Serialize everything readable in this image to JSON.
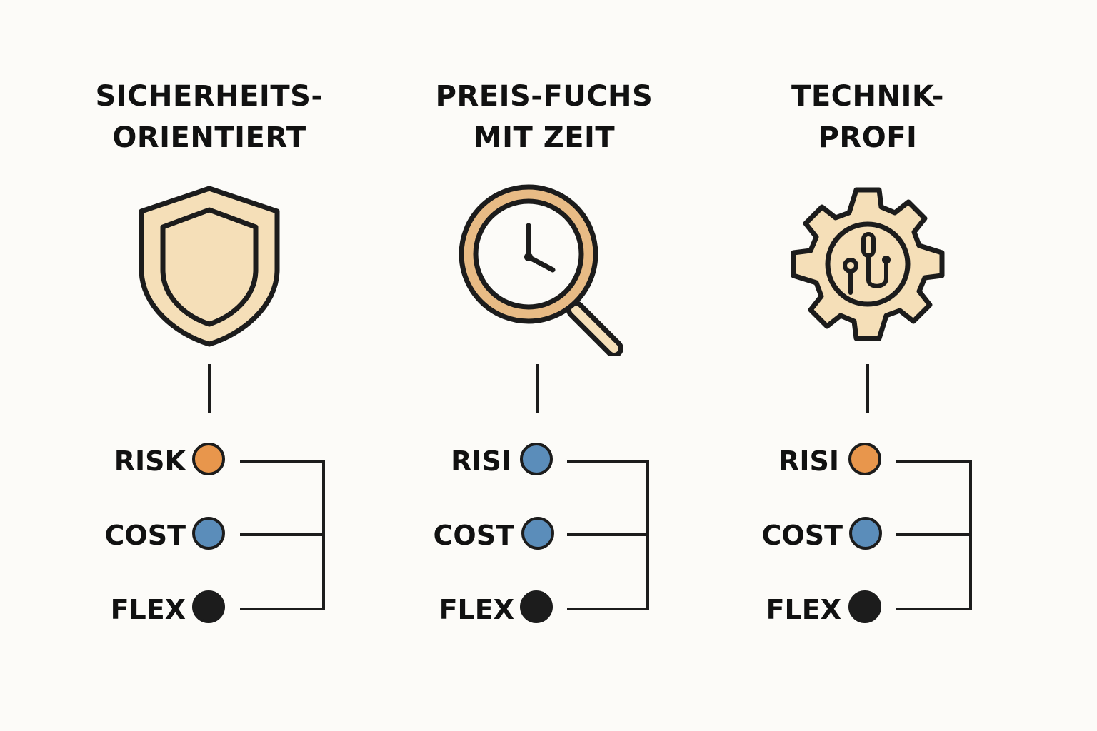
{
  "colors": {
    "background": "#fcfbf8",
    "outline": "#1c1c1c",
    "icon_fill": "#f5dfb8",
    "magnifier_ring": "#e8bb85",
    "orange": "#e8964c",
    "blue": "#5b8dba",
    "black": "#1c1c1c"
  },
  "columns": [
    {
      "title_line1": "SICHERHEITS-",
      "title_line2": "ORIENTIERT",
      "icon": "shield-icon",
      "metrics": [
        {
          "label": "RISK",
          "color": "orange"
        },
        {
          "label": "COST",
          "color": "blue"
        },
        {
          "label": "FLEX",
          "color": "black"
        }
      ]
    },
    {
      "title_line1": "PREIS-FUCHS",
      "title_line2": "MIT ZEIT",
      "icon": "magnifier-clock-icon",
      "metrics": [
        {
          "label": "RISI",
          "color": "blue"
        },
        {
          "label": "COST",
          "color": "blue"
        },
        {
          "label": "FLEX",
          "color": "black"
        }
      ]
    },
    {
      "title_line1": "TECHNIK-",
      "title_line2": "PROFI",
      "icon": "gear-circuit-icon",
      "metrics": [
        {
          "label": "RISI",
          "color": "orange"
        },
        {
          "label": "COST",
          "color": "blue"
        },
        {
          "label": "FLEX",
          "color": "black"
        }
      ]
    }
  ]
}
